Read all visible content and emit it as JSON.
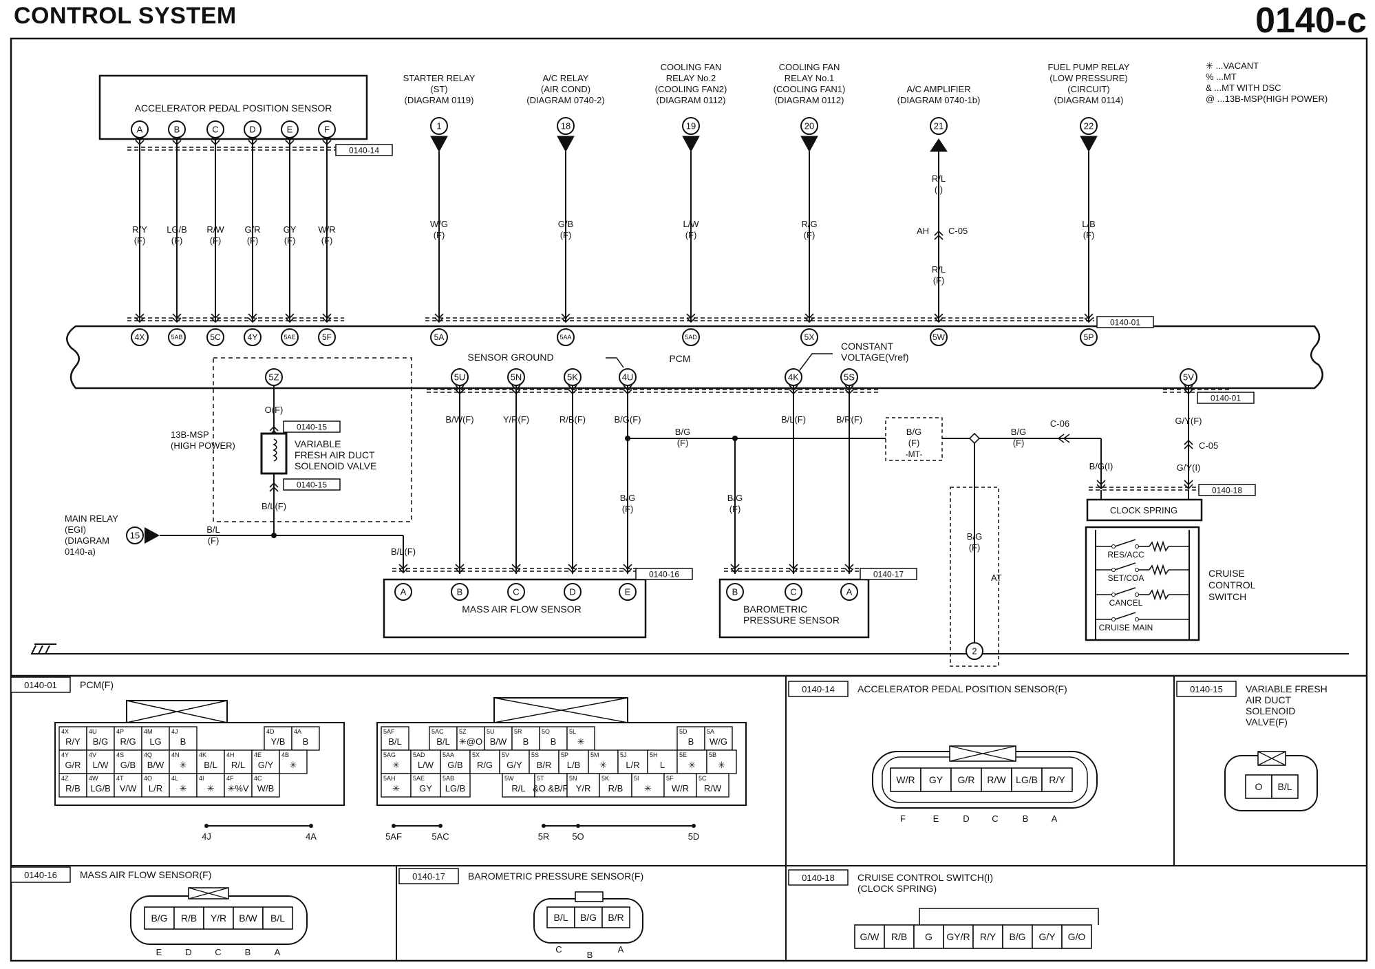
{
  "header": {
    "title": "CONTROL SYSTEM",
    "code": "0140-c"
  },
  "legend": [
    "✳ ...VACANT",
    "% ...MT",
    "& ...MT WITH DSC",
    "@ ...13B-MSP(HIGH POWER)"
  ],
  "apps": {
    "name": "ACCELERATOR PEDAL POSITION SENSOR",
    "pins": [
      "A",
      "B",
      "C",
      "D",
      "E",
      "F"
    ],
    "wires": [
      "R/Y",
      "LG/B",
      "R/W",
      "G/R",
      "GY",
      "W/R"
    ],
    "wire_side": "(F)",
    "pcm_pins": [
      "4X",
      "5AB",
      "5C",
      "4Y",
      "5AE",
      "5F"
    ],
    "connector": "0140-14"
  },
  "relays": [
    {
      "lines": [
        "STARTER RELAY",
        "(ST)",
        "(DIAGRAM 0119)"
      ],
      "num": "1",
      "wire": "W/G",
      "pcm": "5A"
    },
    {
      "lines": [
        "A/C RELAY",
        "(AIR COND)",
        "(DIAGRAM 0740-2)"
      ],
      "num": "18",
      "wire": "G/B",
      "pcm": "5AA"
    },
    {
      "lines": [
        "COOLING FAN",
        "RELAY No.2",
        "(COOLING FAN2)",
        "(DIAGRAM 0112)"
      ],
      "num": "19",
      "wire": "L/W",
      "pcm": "5AD"
    },
    {
      "lines": [
        "COOLING FAN",
        "RELAY No.1",
        "(COOLING FAN1)",
        "(DIAGRAM 0112)"
      ],
      "num": "20",
      "wire": "R/G",
      "pcm": "5X"
    },
    {
      "lines": [
        "A/C AMPLIFIER",
        "(DIAGRAM 0740-1b)"
      ],
      "num": "21",
      "wire": "R/L",
      "pcm": "5W"
    },
    {
      "lines": [
        "FUEL PUMP RELAY",
        "(LOW PRESSURE)",
        "(CIRCUIT)",
        "(DIAGRAM 0114)"
      ],
      "num": "22",
      "wire": "L/B",
      "pcm": "5P"
    }
  ],
  "ac_amp": {
    "upper": "R/L",
    "upper_side": "(I)",
    "conn_left": "AH",
    "conn_right": "C-05",
    "lower": "R/L",
    "lower_side": "(F)"
  },
  "pcm": {
    "label": "PCM",
    "connector": "0140-01"
  },
  "lower_pins": {
    "p5Z": "5Z",
    "p5U": "5U",
    "p5N": "5N",
    "p5K": "5K",
    "p4U": "4U",
    "p4K": "4K",
    "p5S": "5S",
    "p5V": "5V"
  },
  "sensor_ground": "SENSOR GROUND",
  "constant_voltage": [
    "CONSTANT",
    "VOLTAGE(Vref)"
  ],
  "vfad": {
    "wire_top": "O(F)",
    "conn": "0140-15",
    "msp": [
      "13B-MSP",
      "(HIGH POWER)"
    ],
    "name": [
      "VARIABLE",
      "FRESH AIR DUCT",
      "SOLENOID VALVE"
    ],
    "wire_bot": "B/L(F)"
  },
  "main_relay": {
    "lines": [
      "MAIN RELAY",
      "(EGI)",
      "(DIAGRAM",
      "0140-a)"
    ],
    "num": "15",
    "wire": "B/L",
    "side": "(F)",
    "wire2": "B/L(F)"
  },
  "maf": {
    "name": "MASS AIR FLOW SENSOR",
    "pins": [
      "A",
      "B",
      "C",
      "D",
      "E"
    ],
    "wires": [
      "B/W(F)",
      "Y/R(F)",
      "R/B(F)",
      "B/G(F)"
    ],
    "connector": "0140-16"
  },
  "bg_wires": {
    "a": "B/G",
    "a_side": "(F)",
    "b": "B/G",
    "b_side": "(F)",
    "c": "B/G",
    "c_side": "(F)"
  },
  "baro": {
    "name": [
      "BAROMETRIC",
      "PRESSURE SENSOR"
    ],
    "pins": [
      "B",
      "C",
      "A"
    ],
    "wires": [
      "B/L(F)",
      "B/R(F)"
    ],
    "connector": "0140-17"
  },
  "mt_box": {
    "wire": "B/G",
    "side": "(F)",
    "mt": "-MT-"
  },
  "at_box": {
    "wire": "B/G",
    "side": "(F)",
    "at": "AT",
    "num": "2"
  },
  "cruise": {
    "c06": "C-06",
    "wire_left": "B/G",
    "wire_left_side": "(F)",
    "bgi": "B/G(I)",
    "gyf": "G/Y(F)",
    "c05": "C-05",
    "gyi": "G/Y(I)",
    "connector": "0140-18",
    "clock": "CLOCK SPRING",
    "switches": [
      "RES/ACC",
      "SET/COA",
      "CANCEL",
      "CRUISE MAIN"
    ],
    "name": [
      "CRUISE",
      "CONTROL",
      "SWITCH"
    ],
    "p5v_conn": "0140-01"
  },
  "panels": {
    "p01": {
      "code": "0140-01",
      "title": "PCM(F)"
    },
    "p14": {
      "code": "0140-14",
      "title": "ACCELERATOR PEDAL POSITION SENSOR(F)"
    },
    "p15": {
      "code": "0140-15",
      "title": [
        "VARIABLE FRESH",
        "AIR DUCT",
        "SOLENOID",
        "VALVE(F)"
      ]
    },
    "p16": {
      "code": "0140-16",
      "title": "MASS AIR FLOW SENSOR(F)"
    },
    "p17": {
      "code": "0140-17",
      "title": "BAROMETRIC PRESSURE SENSOR(F)"
    },
    "p18": {
      "code": "0140-18",
      "title": [
        "CRUISE CONTROL SWITCH(I)",
        "(CLOCK SPRING)"
      ]
    }
  },
  "pcm4_grid": {
    "row1": [
      [
        "4X",
        "R/Y"
      ],
      [
        "4U",
        "B/G"
      ],
      [
        "4P",
        "R/G"
      ],
      [
        "4M",
        "LG"
      ],
      [
        "4J",
        "B"
      ],
      [
        "4D",
        "Y/B"
      ],
      [
        "4A",
        "B"
      ]
    ],
    "row2": [
      [
        "4Y",
        "G/R"
      ],
      [
        "4V",
        "L/W"
      ],
      [
        "4S",
        "G/B"
      ],
      [
        "4Q",
        "B/W"
      ],
      [
        "4N",
        "✳"
      ],
      [
        "4K",
        "B/L"
      ],
      [
        "4H",
        "R/L"
      ],
      [
        "4E",
        "G/Y"
      ],
      [
        "4B",
        "✳"
      ]
    ],
    "row3": [
      [
        "4Z",
        "R/B"
      ],
      [
        "4W",
        "LG/B"
      ],
      [
        "4T",
        "V/W"
      ],
      [
        "4O",
        "L/R"
      ],
      [
        "4L",
        "✳"
      ],
      [
        "4I",
        "✳"
      ],
      [
        "4F",
        "✳%V"
      ],
      [
        "4C",
        "W/B"
      ]
    ],
    "ref": [
      "4J",
      "4A"
    ]
  },
  "pcm5_grid": {
    "row1": [
      [
        "5AF",
        "B/L"
      ],
      [
        "5AC",
        "B/L"
      ],
      [
        "5Z",
        "✳@O"
      ],
      [
        "5U",
        "B/W"
      ],
      [
        "5R",
        "B"
      ],
      [
        "5O",
        "B"
      ],
      [
        "5L",
        "✳"
      ],
      [
        "5D",
        "B"
      ],
      [
        "5A",
        "W/G"
      ]
    ],
    "row2": [
      [
        "5AG",
        "✳"
      ],
      [
        "5AD",
        "L/W"
      ],
      [
        "5AA",
        "G/B"
      ],
      [
        "5X",
        "R/G"
      ],
      [
        "5V",
        "G/Y"
      ],
      [
        "5S",
        "B/R"
      ],
      [
        "5P",
        "L/B"
      ],
      [
        "5M",
        "✳"
      ],
      [
        "5J",
        "L/R"
      ],
      [
        "5H",
        "L"
      ],
      [
        "5E",
        "✳"
      ],
      [
        "5B",
        "✳"
      ]
    ],
    "row3": [
      [
        "5AH",
        "✳"
      ],
      [
        "5AE",
        "GY"
      ],
      [
        "5AB",
        "LG/B"
      ],
      [
        "5W",
        "R/L"
      ],
      [
        "5T",
        "&O &B/R"
      ],
      [
        "5N",
        "Y/R"
      ],
      [
        "5K",
        "R/B"
      ],
      [
        "5I",
        "✳"
      ],
      [
        "5F",
        "W/R"
      ],
      [
        "5C",
        "R/W"
      ]
    ],
    "ref": [
      "5AF",
      "5AC",
      "5R",
      "5O",
      "5D"
    ]
  },
  "apps_conn": {
    "cells": [
      "W/R",
      "GY",
      "G/R",
      "R/W",
      "LG/B",
      "R/Y"
    ],
    "letters": [
      "F",
      "E",
      "D",
      "C",
      "B",
      "A"
    ]
  },
  "vfad_conn": {
    "cells": [
      "O",
      "B/L"
    ]
  },
  "maf_conn": {
    "cells": [
      "B/G",
      "R/B",
      "Y/R",
      "B/W",
      "B/L"
    ],
    "letters": [
      "E",
      "D",
      "C",
      "B",
      "A"
    ]
  },
  "baro_conn": {
    "cells": [
      "B/L",
      "B/G",
      "B/R"
    ],
    "letters": [
      "C",
      "B",
      "A"
    ]
  },
  "cruise_conn": {
    "cells": [
      "G/W",
      "R/B",
      "G",
      "GY/R",
      "R/Y",
      "B/G",
      "G/Y",
      "G/O"
    ]
  }
}
